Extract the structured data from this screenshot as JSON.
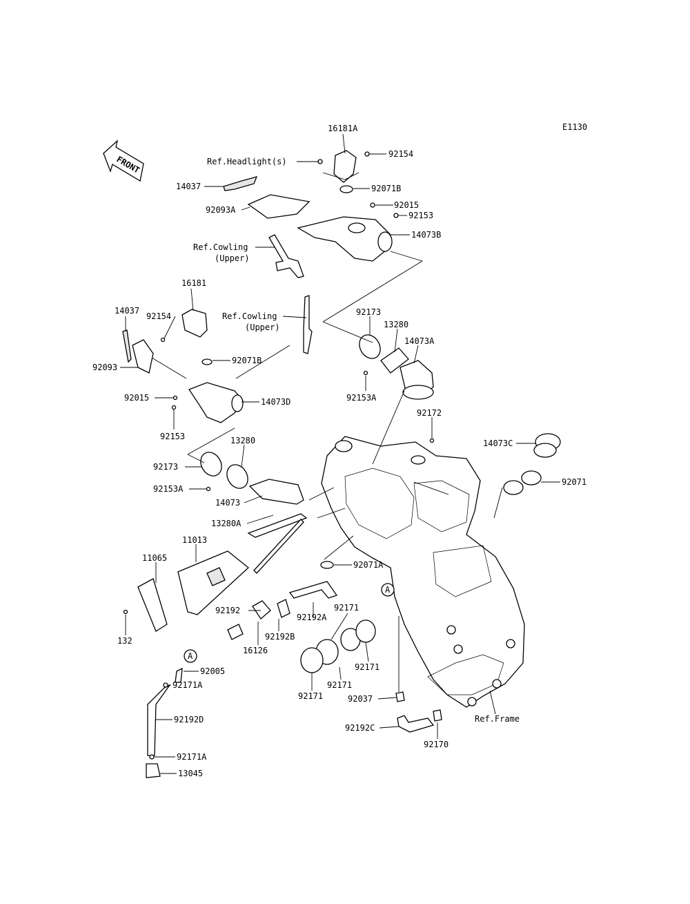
{
  "diagram_code": "E1130",
  "front_arrow": {
    "text": "FRONT",
    "icon": "front-arrow-icon"
  },
  "circle_marker": "A",
  "labels": {
    "p16181A": "16181A",
    "p92154_top": "92154",
    "ref_headlight": "Ref.Headlight(s)",
    "p14037_top": "14037",
    "p92071B_top": "92071B",
    "p92015_top": "92015",
    "p92093A": "92093A",
    "p92153_top": "92153",
    "p14073B": "14073B",
    "ref_cowling1_a": "Ref.Cowling",
    "ref_cowling1_b": "(Upper)",
    "p16181": "16181",
    "p14037_left": "14037",
    "p92154_left": "92154",
    "ref_cowling2_a": "Ref.Cowling",
    "ref_cowling2_b": "(Upper)",
    "p92093": "92093",
    "p92071B_left": "92071B",
    "p92015_left": "92015",
    "p14073D": "14073D",
    "p92153_left": "92153",
    "p92173_top": "92173",
    "p13280_top": "13280",
    "p14073A": "14073A",
    "p92153A_top": "92153A",
    "p92172": "92172",
    "p13280_left": "13280",
    "p14073C": "14073C",
    "p92173_left": "92173",
    "p92071": "92071",
    "p92153A_left": "92153A",
    "p14073": "14073",
    "p13280A": "13280A",
    "p11013": "11013",
    "p11065": "11065",
    "p92071A": "92071A",
    "p92192": "92192",
    "p92192A": "92192A",
    "p92171_a": "92171",
    "p132": "132",
    "p16126": "16126",
    "p92192B": "92192B",
    "p92171_b": "92171",
    "p92005": "92005",
    "p92171A_top": "92171A",
    "p92171_c": "92171",
    "p92171_d": "92171",
    "p92037": "92037",
    "p92192D": "92192D",
    "p92192C": "92192C",
    "p92170": "92170",
    "ref_frame": "Ref.Frame",
    "p92171A_bot": "92171A",
    "p13045": "13045"
  }
}
